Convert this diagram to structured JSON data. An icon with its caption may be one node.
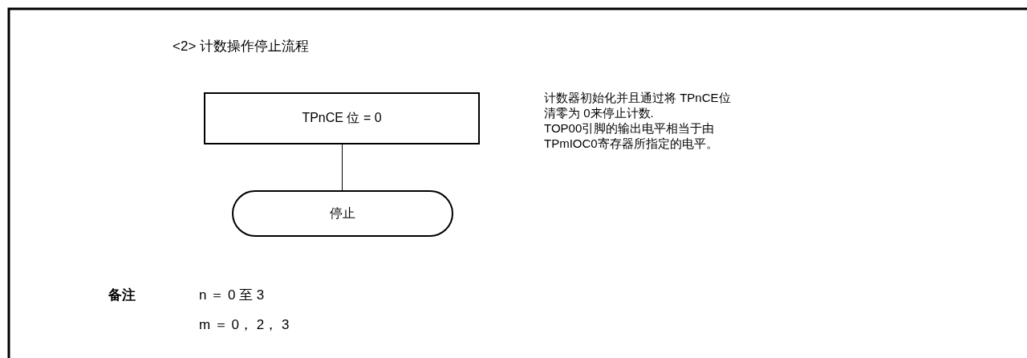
{
  "diagram": {
    "title": "<2> 计数操作停止流程",
    "nodes": [
      {
        "text": [
          "TPnCE 位 = 0"
        ]
      },
      {
        "text": [
          "停止"
        ]
      }
    ],
    "edges": [
      {
        "from": 0,
        "to": 1,
        "arrow": "none"
      }
    ],
    "labels": [
      "计数器初始化并且通过将 TPnCE位清零为 0来停止计数.",
      "TOP00引脚的输出电平相当于由 TPmIOC0寄存器所指定的电平。",
      "备注",
      "n ＝ 0 至 3",
      "m ＝ 0， 2， 3"
    ]
  }
}
